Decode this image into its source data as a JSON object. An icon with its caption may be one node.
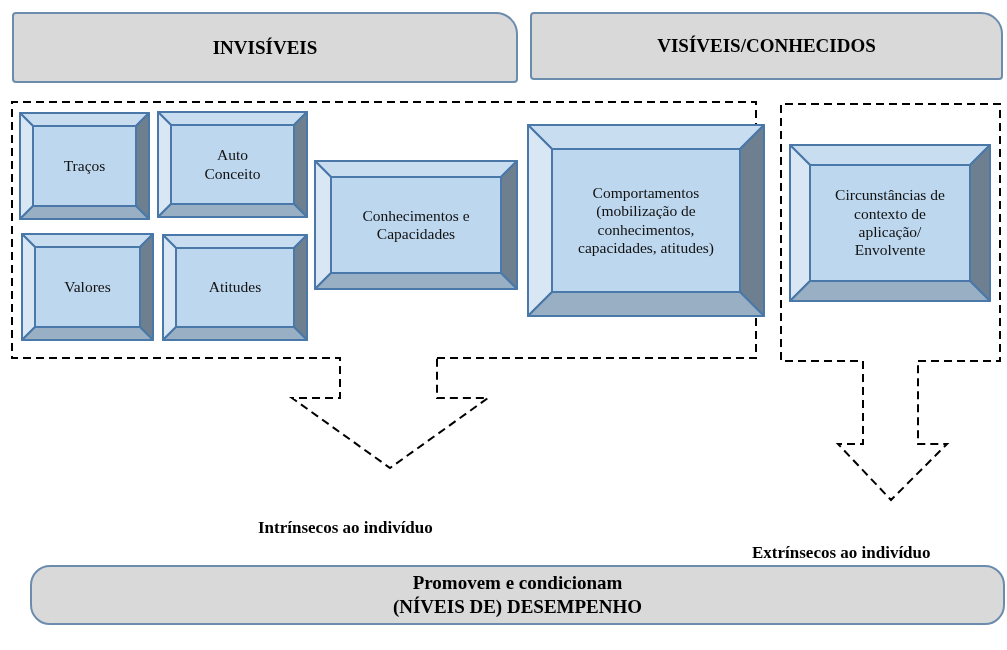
{
  "diagram": {
    "nodes": [
      {
        "text": [
          "INVISÍVEIS"
        ]
      },
      {
        "text": [
          "VISÍVEIS/CONHECIDOS"
        ]
      },
      {
        "text": [],
        "shape": "box"
      },
      {
        "text": [
          "Traços"
        ],
        "in": 2
      },
      {
        "text": [
          "Auto Conceito"
        ],
        "in": 2
      },
      {
        "text": [
          "Valores"
        ],
        "in": 2
      },
      {
        "text": [
          "Atitudes"
        ],
        "in": 2
      },
      {
        "text": [
          "Conhecimentos e Capacidades"
        ],
        "in": 2
      },
      {
        "text": [
          "Comportamentos (mobilização de conhecimentos, capacidades, atitudes)"
        ],
        "in": 2
      },
      {
        "text": [],
        "shape": "box"
      },
      {
        "text": [
          "Circunstâncias de contexto de aplicação/ Envolvente"
        ],
        "in": 9
      },
      {
        "text": [
          "Promovem e condicionam (NÍVEIS DE) DESEMPENHO"
        ]
      }
    ],
    "labels": [
      "Intrínsecos ao indivíduo",
      "Extrínsecos ao indivíduo"
    ]
  }
}
